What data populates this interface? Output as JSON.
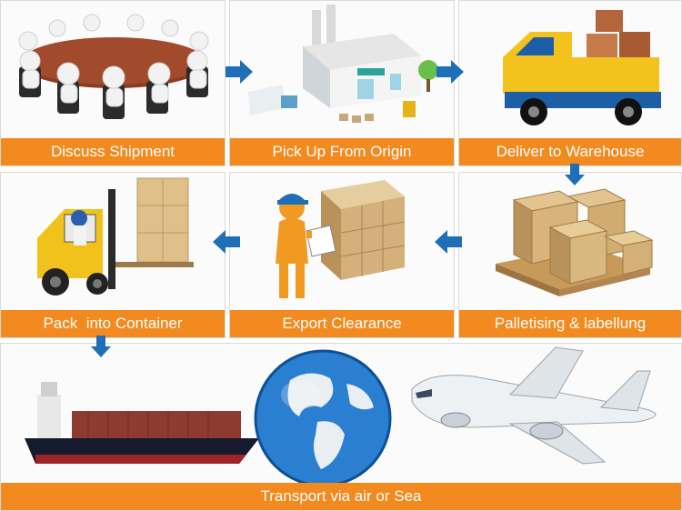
{
  "colors": {
    "label_bg": "#f28a1f",
    "label_text": "#ffffff",
    "arrow": "#1f6fb8"
  },
  "steps": [
    {
      "label": "Discuss Shipment",
      "icon": "meeting-table-icon"
    },
    {
      "label": "Pick Up From Origin",
      "icon": "factory-icon"
    },
    {
      "label": "Deliver to Warehouse",
      "icon": "delivery-truck-icon"
    },
    {
      "label": "Palletising & labellung",
      "icon": "pallet-boxes-icon"
    },
    {
      "label": "Export Clearance",
      "icon": "inspector-clipboard-icon"
    },
    {
      "label": "Pack  into Container",
      "icon": "forklift-icon"
    },
    {
      "label": "Transport via air or Sea",
      "icon": "ship-globe-plane-icon"
    }
  ]
}
